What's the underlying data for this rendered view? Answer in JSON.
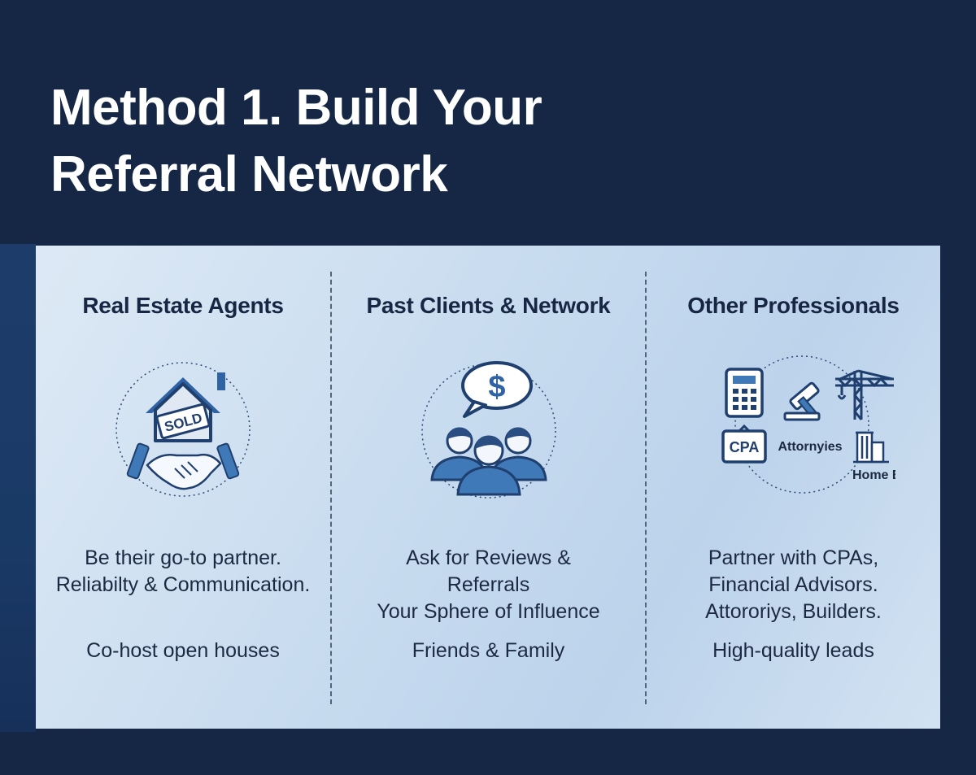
{
  "title": {
    "line1": "Method 1. Build Your",
    "line2": "Referral Network"
  },
  "columns": [
    {
      "heading": "Real Estate Agents",
      "icon": "house-sold-handshake-icon",
      "sign_text": "SOLD",
      "lines": [
        "Be their go-to partner.",
        "Reliabilty & Communication."
      ],
      "extra": "Co-host open houses"
    },
    {
      "heading": "Past Clients & Network",
      "icon": "people-speech-dollar-icon",
      "bubble_text": "$",
      "lines": [
        "Ask for Reviews &",
        "Referrals",
        "Your Sphere of Influence"
      ],
      "extra": "Friends & Family"
    },
    {
      "heading": "Other Professionals",
      "icon": "professionals-cluster-icon",
      "labels": {
        "cpa": "CPA",
        "attorneys": "Attornyies",
        "builders": "Home Builders"
      },
      "lines": [
        "Partner with CPAs,",
        "Financial Advisors.",
        "Attororiys, Builders."
      ],
      "extra": "High-quality leads"
    }
  ],
  "colors": {
    "header_bg": "#152744",
    "panel_bg": "#c7dbef",
    "icon_blue": "#3f79b8",
    "icon_dark": "#1f3f6e"
  }
}
